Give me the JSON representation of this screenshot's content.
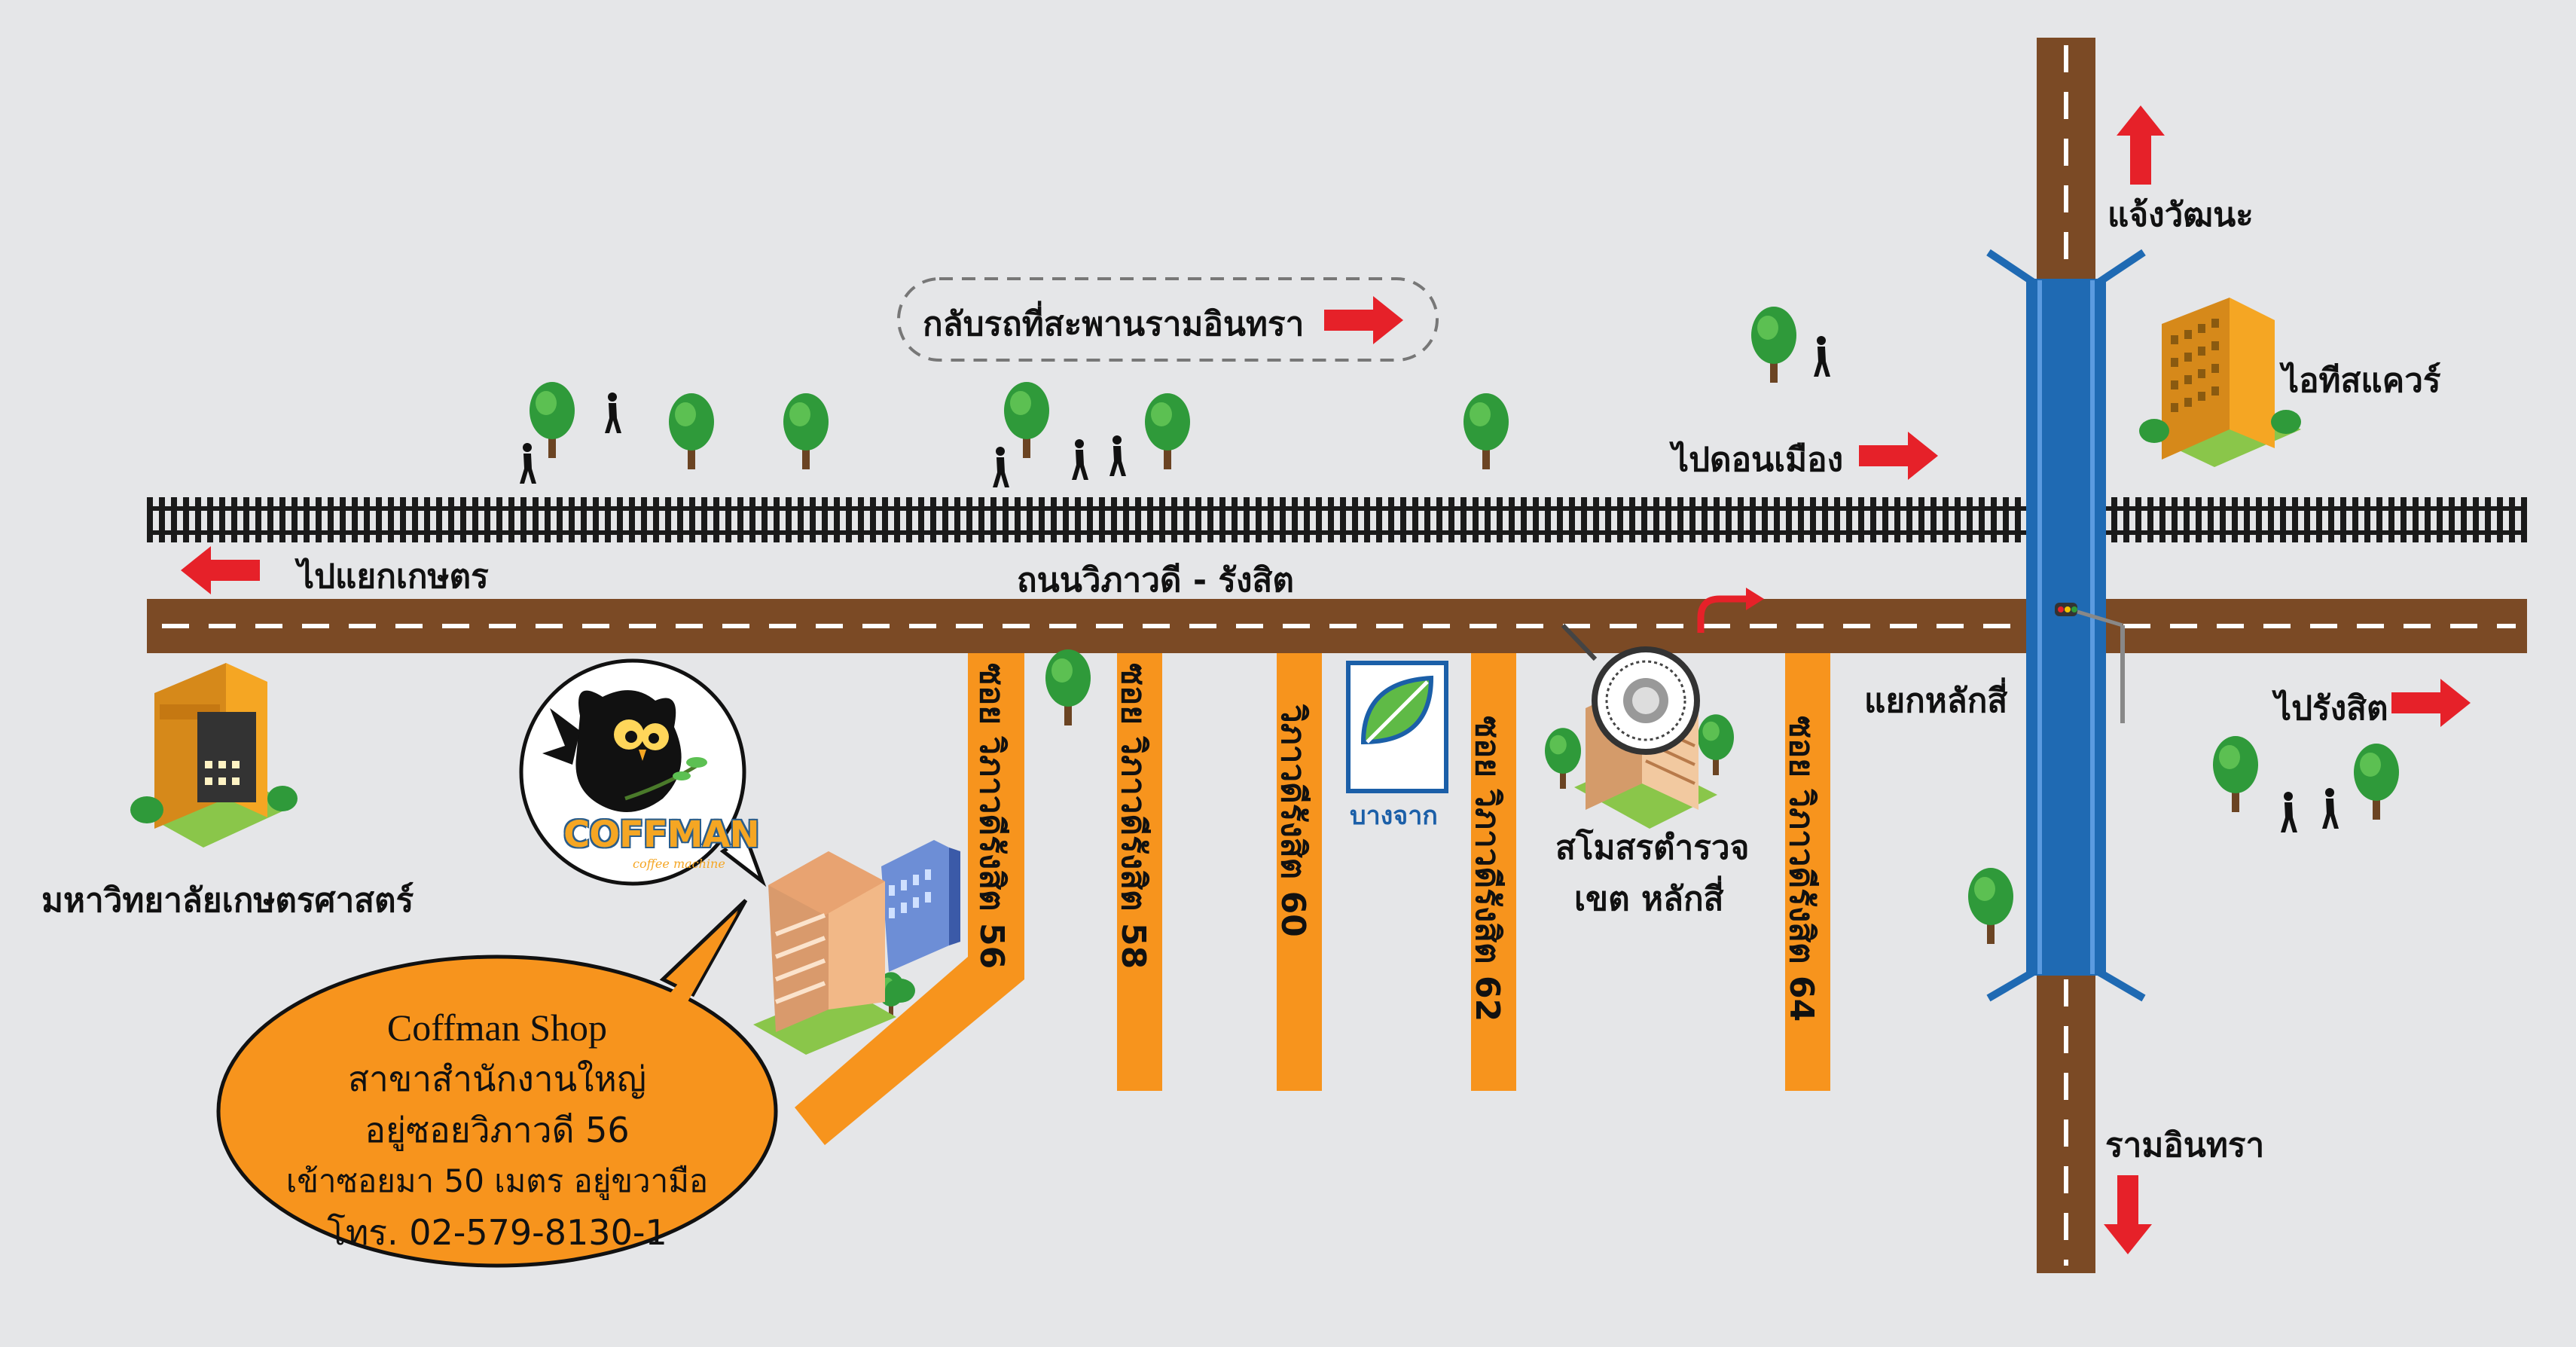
{
  "colors": {
    "background": "#e5e6e8",
    "main_road": "#7b4a25",
    "soi": "#f7941d",
    "expressway": "#1f6ab3",
    "arrow": "#e62129",
    "building": "#f5a623",
    "tree": "#2f9a3a"
  },
  "labels": {
    "back_bridge": "กลับรถที่สะพานรามอินทรา",
    "to_kaset_junction": "ไปแยกเกษตร",
    "main_road": "ถนนวิภาวดี - รังสิต",
    "kasetsart_univ": "มหาวิทยาลัยเกษตรศาสตร์",
    "to_don_mueang": "ไปดอนเมือง",
    "chaeng_watthana": "แจ้งวัฒนะ",
    "it_square": "ไอทีสแควร์",
    "lak_si_junction": "แยกหลักสี่",
    "to_rangsit": "ไปรังสิต",
    "ram_inthra": "รามอินทรา",
    "police_club_1": "สโมสรตำรวจ",
    "police_club_2": "เขต หลักสี่",
    "bangchak": "บางจาก"
  },
  "soi": {
    "s56": "ซอย วิภาวดีรังสิต 56",
    "s58": "ซอย วิภาวดีรังสิต 58",
    "s60": "วิภาวดีรังสิต 60",
    "s62": "ซอย วิภาวดีรังสิต 62",
    "s64": "ซอย วิภาวดีรังสิต 64"
  },
  "shop": {
    "brand": "COFFMAN",
    "brand_sub": "coffee machine",
    "name": "Coffman Shop",
    "line1": "สาขาสำนักงานใหญ่",
    "line2": "อยู่ซอยวิภาวดี 56",
    "line3": "เข้าซอยมา 50 เมตร อยู่ขวามือ",
    "phone": "โทร. 02-579-8130-1"
  },
  "icons": [
    "train-track",
    "tree-icon",
    "pedestrian-icon",
    "arrow-icon",
    "building-icon",
    "owl-logo-icon",
    "bangchak-logo-icon",
    "police-seal-icon",
    "u-turn-icon",
    "traffic-light-icon"
  ]
}
